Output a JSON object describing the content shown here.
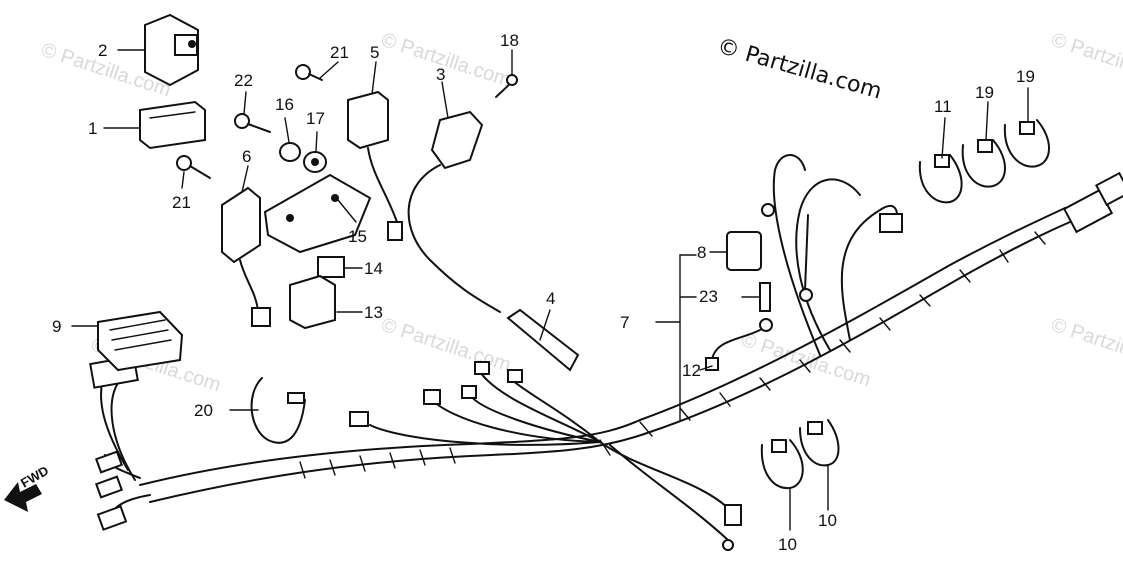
{
  "copyright": "© Partzilla.com",
  "watermark_text": "© Partzilla.com",
  "direction_label": "FWD",
  "callouts": {
    "c1": "1",
    "c2": "2",
    "c3": "3",
    "c4": "4",
    "c5": "5",
    "c6": "6",
    "c7": "7",
    "c8": "8",
    "c9": "9",
    "c10a": "10",
    "c10b": "10",
    "c11": "11",
    "c12": "12",
    "c13": "13",
    "c14": "14",
    "c15": "15",
    "c16": "16",
    "c17": "17",
    "c18": "18",
    "c19a": "19",
    "c19b": "19",
    "c20": "20",
    "c21a": "21",
    "c21b": "21",
    "c22": "22",
    "c23": "23"
  }
}
